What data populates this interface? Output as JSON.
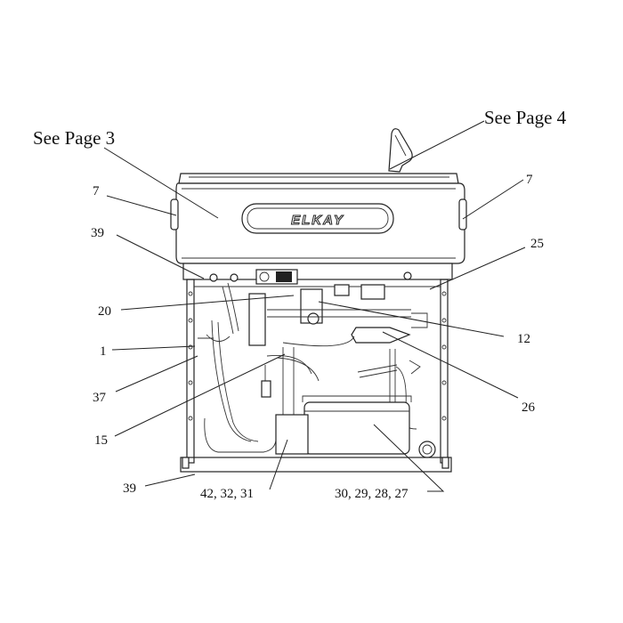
{
  "page_refs": [
    {
      "id": "see-page-3",
      "text": "See Page 3"
    },
    {
      "id": "see-page-4",
      "text": "See Page 4"
    }
  ],
  "brand": "ELKAY",
  "callouts": [
    {
      "id": "7-left",
      "text": "7"
    },
    {
      "id": "7-right",
      "text": "7"
    },
    {
      "id": "39-top",
      "text": "39"
    },
    {
      "id": "25",
      "text": "25"
    },
    {
      "id": "20",
      "text": "20"
    },
    {
      "id": "12",
      "text": "12"
    },
    {
      "id": "1",
      "text": "1"
    },
    {
      "id": "37",
      "text": "37"
    },
    {
      "id": "26",
      "text": "26"
    },
    {
      "id": "15",
      "text": "15"
    },
    {
      "id": "39-bottom",
      "text": "39"
    },
    {
      "id": "42-32-31",
      "text": "42, 32, 31"
    },
    {
      "id": "30-29-28-27",
      "text": "30, 29, 28, 27"
    }
  ]
}
